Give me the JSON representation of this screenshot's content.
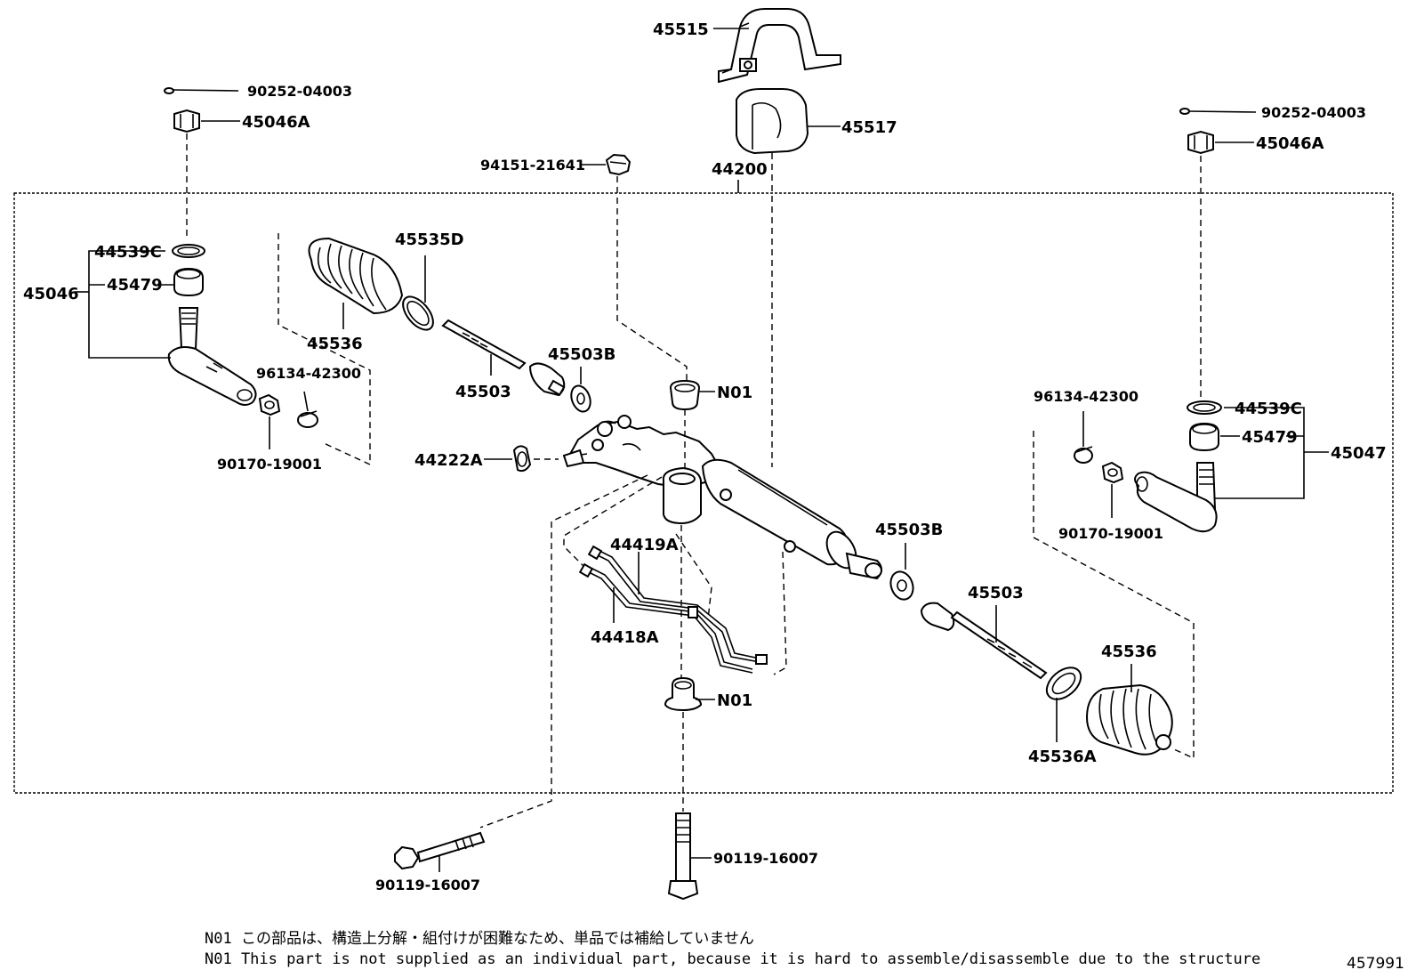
{
  "diagram_id": "457991",
  "assembly_code": "44200",
  "parts": {
    "p45515": "45515",
    "p45517": "45517",
    "p94151": "94151-21641",
    "cotter_left": "90252-04003",
    "cotter_right": "90252-04003",
    "nut_left": "45046A",
    "nut_right": "45046A",
    "tie_end_left": "45046",
    "tie_end_right": "45047",
    "ring_left": "44539C",
    "ring_right": "44539C",
    "seal_left": "45479",
    "seal_right": "45479",
    "boot_left": "45536",
    "boot_right": "45536",
    "clamp_big_left": "45535D",
    "clamp_big_right": "45536A",
    "rod_left": "45503",
    "rod_right": "45503",
    "washer_left": "45503B",
    "washer_right": "45503B",
    "clip_left": "96134-42300",
    "clip_right": "96134-42300",
    "locknut_left": "90170-19001",
    "locknut_right": "90170-19001",
    "bushing_upper": "N01",
    "bushing_lower": "N01",
    "valve_cap": "44222A",
    "tube_a": "44419A",
    "tube_b": "44418A",
    "bolt_left": "90119-16007",
    "bolt_center": "90119-16007"
  },
  "notes": {
    "jp": "N01 この部品は、構造上分解・組付けが困難なため、単品では補給していません",
    "en": "N01 This part is not supplied as an individual part, because it is hard to assemble/disassemble due to the structure"
  }
}
